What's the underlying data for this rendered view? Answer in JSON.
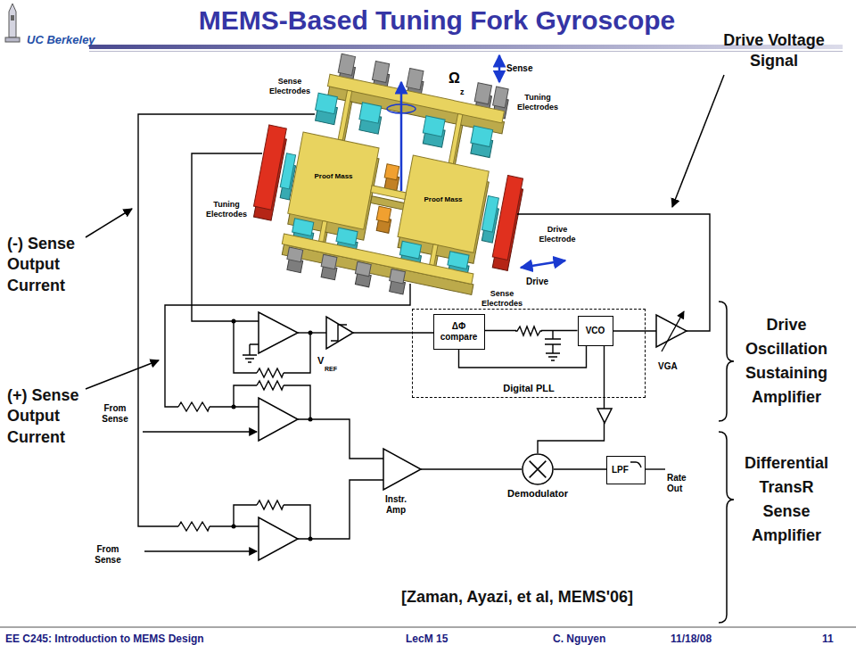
{
  "diagram": {
    "title": "MEMS-Based Tuning Fork Gyroscope",
    "nodes": [
      {
        "text": [
          "Digital PLL"
        ]
      },
      {
        "text": [
          "ΔΦ compare"
        ],
        "in": 0
      },
      {
        "text": [
          "VCO"
        ],
        "in": 0
      },
      {
        "text": [
          "Demodulator"
        ]
      },
      {
        "text": [
          "LPF"
        ]
      }
    ],
    "edges": [
      {
        "from": 1,
        "to": 2,
        "arrow": "none"
      },
      {
        "from": 2,
        "to": 1,
        "arrow": "none"
      },
      {
        "from": 2,
        "to": 3,
        "arrow": "none"
      },
      {
        "from": 3,
        "to": 4,
        "arrow": "none"
      }
    ],
    "labels": [
      "UC Berkeley",
      "Sense Electrodes",
      "Sense",
      "Ω",
      "z",
      "Tuning Electrodes",
      "Proof Mass",
      "Proof Mass",
      "Tuning Electrodes",
      "Drive Electrode",
      "Drive",
      "Sense Electrodes",
      "Drive Voltage Signal",
      "(-) Sense Output Current",
      "(+) Sense Output Current",
      "V",
      "REF",
      "VGA",
      "From Sense",
      "From Sense",
      "Instr. Amp",
      "Rate Out",
      "Drive Oscillation Sustaining Amplifier",
      "Differential TransR Sense Amplifier",
      "[Zaman, Ayazi, et al, MEMS'06]",
      "EE C245: Introduction to MEMS Design",
      "LecM 15",
      "C. Nguyen",
      "11/18/08",
      "11"
    ]
  }
}
